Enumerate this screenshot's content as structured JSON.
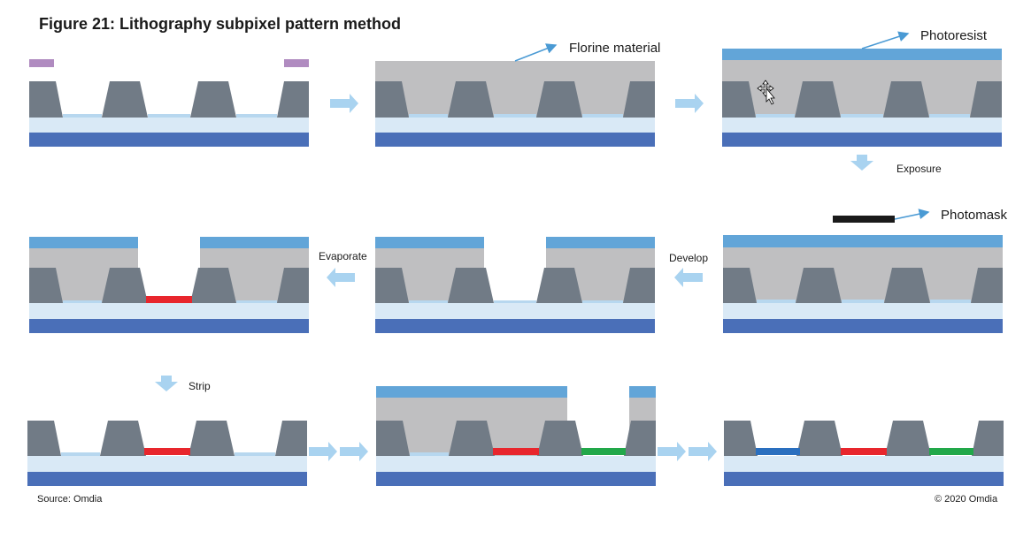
{
  "title": "Figure 21: Lithography subpixel pattern method",
  "labels": {
    "florine": "Florine material",
    "photoresist": "Photoresist",
    "photomask": "Photomask",
    "exposure": "Exposure",
    "develop": "Develop",
    "evaporate": "Evaporate",
    "strip": "Strip"
  },
  "footer": {
    "source": "Source: Omdia",
    "copyright": "© 2020 Omdia"
  },
  "colors": {
    "bank": "#717b86",
    "substrate_blue": "#4a6fb8",
    "light_layer": "#d9e9f6",
    "florine_grey": "#bfbfc1",
    "photoresist_blue": "#62a5d8",
    "mask_purple": "#b08bc0",
    "mask_black": "#1a1a1a",
    "arrow_blue": "#a9d3f0",
    "callout_line": "#4a9ad4",
    "red_subpixel": "#e8262d",
    "green_subpixel": "#22a84a",
    "blue_subpixel": "#2a6fbf"
  }
}
